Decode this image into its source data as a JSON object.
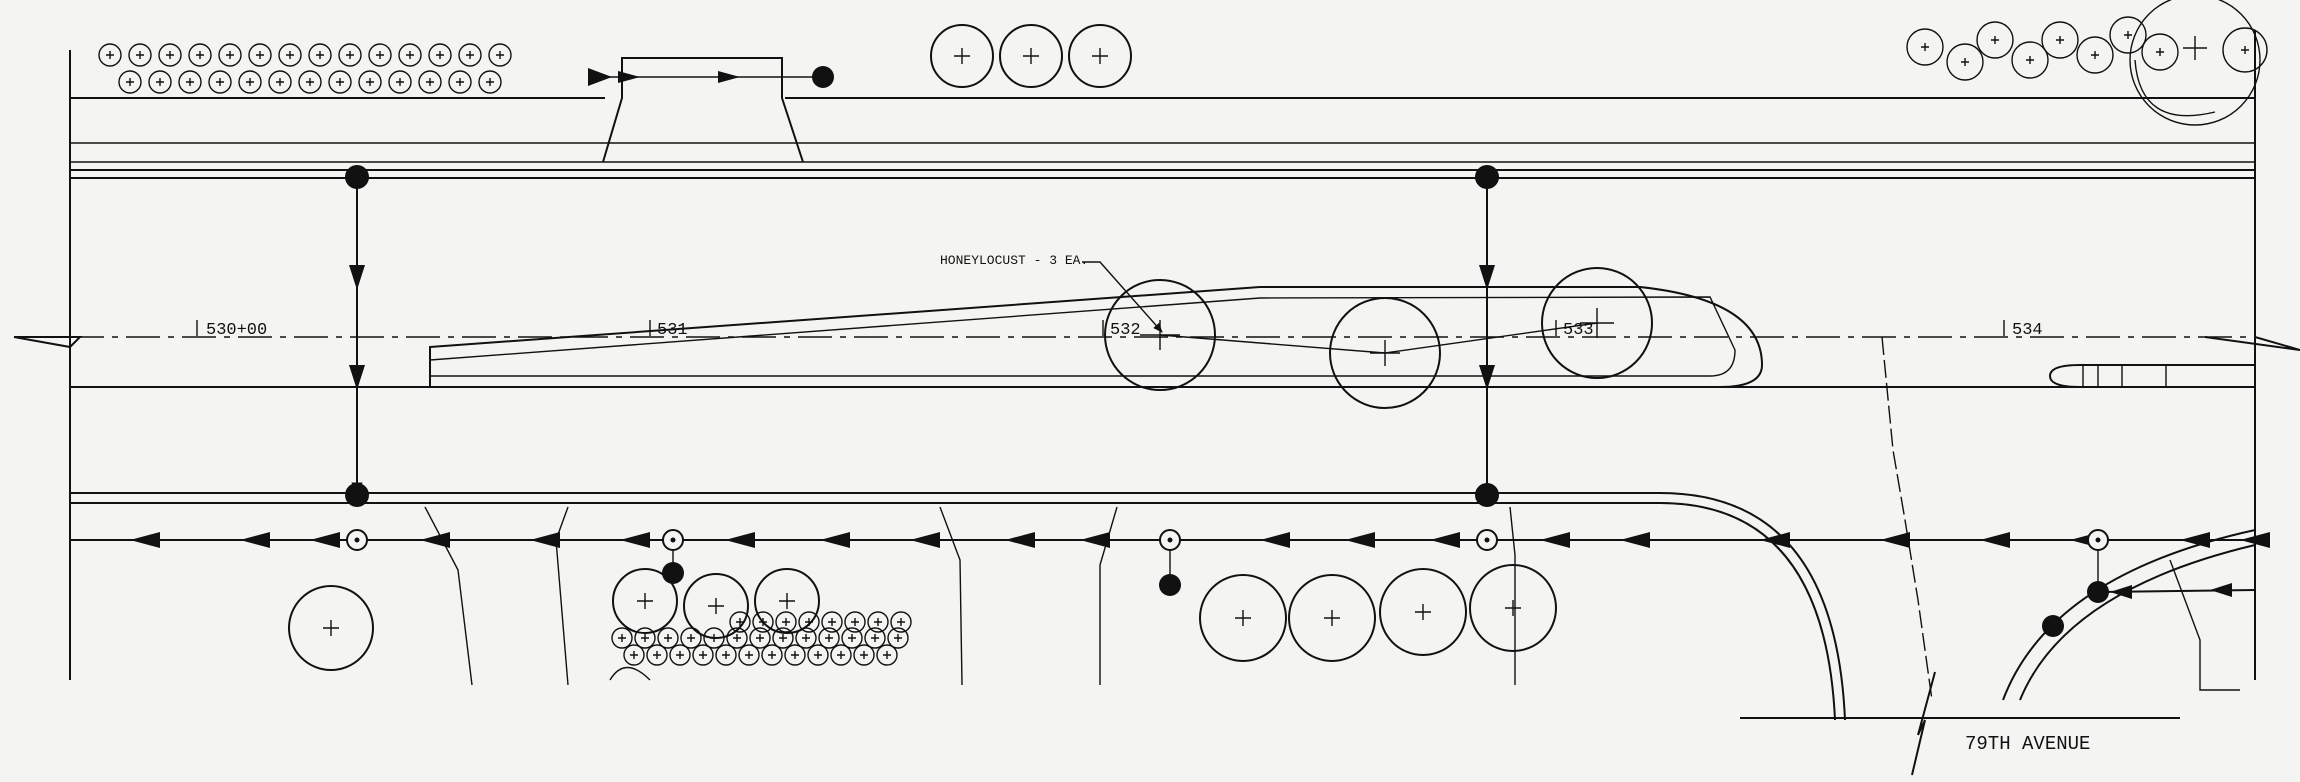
{
  "drawing": {
    "stations": [
      "530+00",
      "531",
      "532",
      "533",
      "534"
    ],
    "callout": "HONEYLOCUST - 3 EA.",
    "street": "79TH AVENUE"
  }
}
